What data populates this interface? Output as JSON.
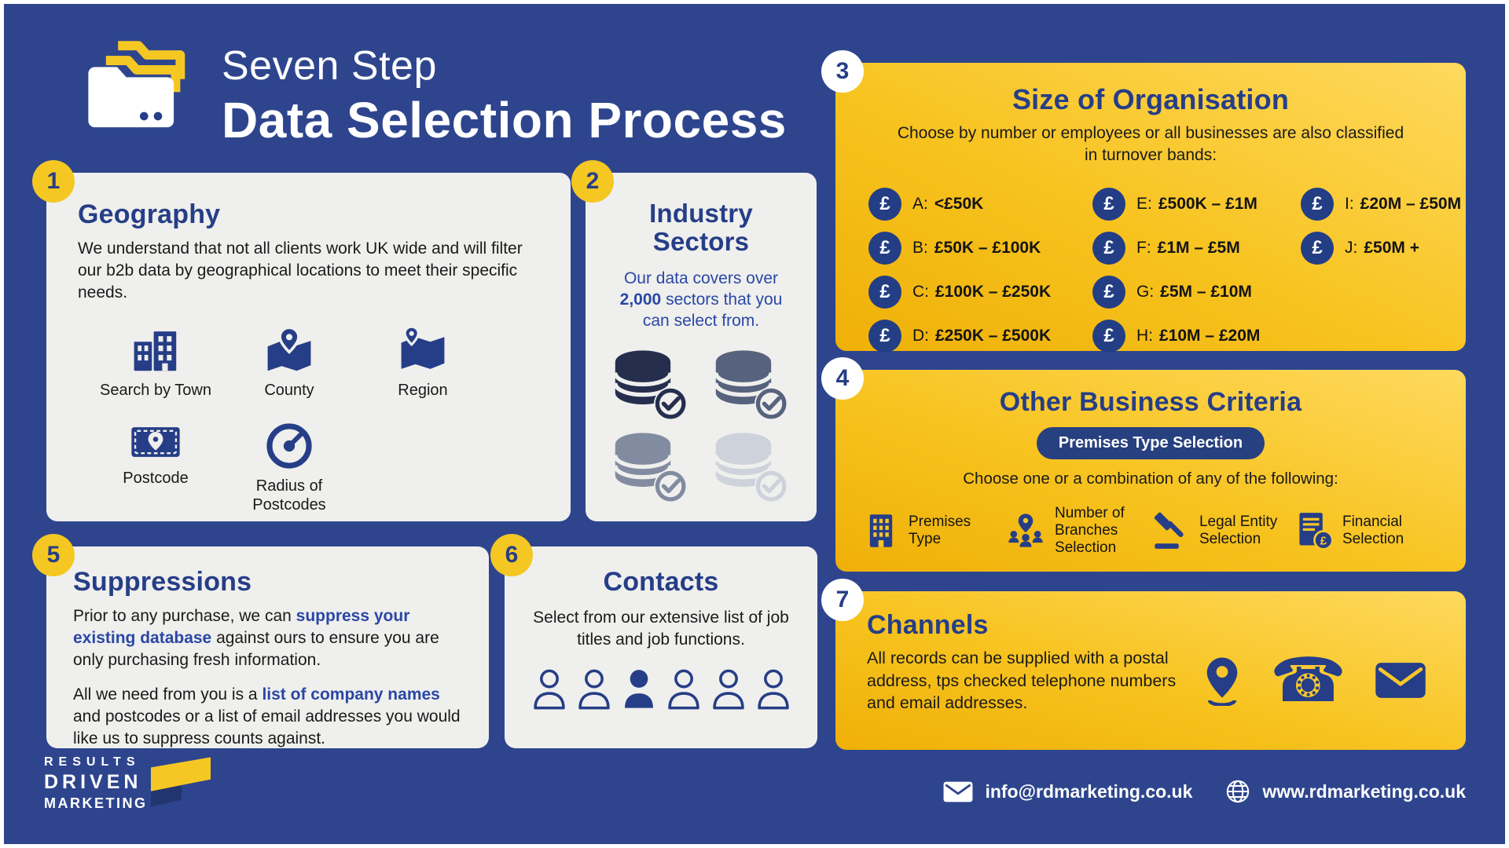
{
  "theme": {
    "background": "#2E458E",
    "yellow": "#F7C31F",
    "navy": "#263E87",
    "card_gray": "#EFEFED"
  },
  "icons": {
    "pound": "£",
    "phone": "☎"
  },
  "header": {
    "title_line1": "Seven Step",
    "title_line2": "Data Selection Process"
  },
  "geography": {
    "number": "1",
    "title": "Geography",
    "body": "We understand that not all clients work UK wide and will filter our b2b data by geographical locations to meet their specific needs.",
    "items": [
      {
        "label": "Search by Town"
      },
      {
        "label": "County"
      },
      {
        "label": "Region"
      },
      {
        "label": "Postcode"
      },
      {
        "label": "Radius of Postcodes"
      }
    ]
  },
  "industry": {
    "number": "2",
    "title": "Industry Sectors",
    "body_pre": "Our data covers over ",
    "body_bold": "2,000",
    "body_post": " sectors that you can select from."
  },
  "size": {
    "number": "3",
    "title": "Size of Organisation",
    "subtitle": "Choose by number or employees or all businesses are also classified in turnover bands:",
    "bands": [
      {
        "label": "A:",
        "value": "<£50K"
      },
      {
        "label": "B:",
        "value": "£50K – £100K"
      },
      {
        "label": "C:",
        "value": "£100K – £250K"
      },
      {
        "label": "D:",
        "value": "£250K – £500K"
      },
      {
        "label": "E:",
        "value": "£500K – £1M"
      },
      {
        "label": "F:",
        "value": "£1M – £5M"
      },
      {
        "label": "G:",
        "value": "£5M – £10M"
      },
      {
        "label": "H:",
        "value": "£10M – £20M"
      },
      {
        "label": "I:",
        "value": "£20M – £50M"
      },
      {
        "label": "J:",
        "value": "£50M +"
      }
    ]
  },
  "other": {
    "number": "4",
    "title": "Other Business Criteria",
    "pill": "Premises Type Selection",
    "subtitle": "Choose one or a combination of any of the following:",
    "items": [
      {
        "label": "Premises Type"
      },
      {
        "label": "Number of Branches Selection"
      },
      {
        "label": "Legal Entity Selection"
      },
      {
        "label": "Financial Selection"
      }
    ]
  },
  "suppressions": {
    "number": "5",
    "title": "Suppressions",
    "p1_pre": "Prior to any purchase, we can ",
    "p1_bold": "suppress your existing database",
    "p1_post": " against ours to ensure you are only purchasing fresh information.",
    "p2_pre": "All we need from you is a ",
    "p2_bold": "list of company names",
    "p2_post": " and postcodes or a list of email addresses you would like us to suppress counts against."
  },
  "contacts": {
    "number": "6",
    "title": "Contacts",
    "body": "Select from our extensive list of job titles and job functions."
  },
  "channels": {
    "number": "7",
    "title": "Channels",
    "body": "All records can be supplied with a postal address, tps checked telephone numbers and email addresses."
  },
  "footer": {
    "logo_line1": "RESULTS",
    "logo_line2": "DRIVEN",
    "logo_line3": "MARKETING",
    "email": "info@rdmarketing.co.uk",
    "website": "www.rdmarketing.co.uk"
  }
}
